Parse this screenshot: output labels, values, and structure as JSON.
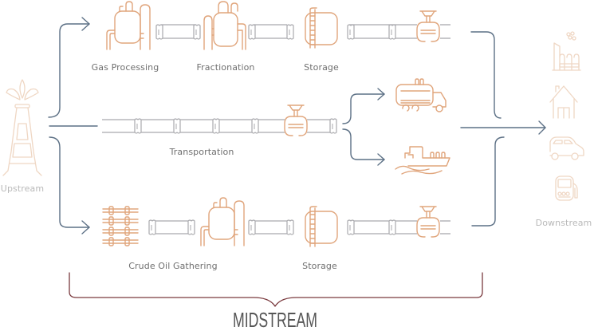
{
  "title": "Oil and Gas Value Chain",
  "colors": {
    "flow_arrow": "#5c7085",
    "midstream_icon": "#e0a57c",
    "upstream_downstream_icon": "#efd7c4",
    "pipe": "#a9a9ad",
    "brace": "#7a3a3e",
    "label": "#6f6f6f"
  },
  "upstream": {
    "label": "Upstream",
    "icon": "oil-derrick-icon"
  },
  "midstream": {
    "label": "MIDSTREAM",
    "rows": {
      "gas": {
        "stages": [
          {
            "label": "Gas Processing",
            "icon": "processing-plant-icon"
          },
          {
            "label": "Fractionation",
            "icon": "fractionation-tower-icon"
          },
          {
            "label": "Storage",
            "icon": "storage-tank-icon"
          }
        ],
        "end_icon": "pipeline-valve-icon"
      },
      "transport": {
        "label": "Transportation",
        "icon": "pipeline-valve-icon",
        "modes": [
          {
            "name": "truck",
            "icon": "tanker-truck-icon"
          },
          {
            "name": "ship",
            "icon": "tanker-ship-icon"
          }
        ]
      },
      "crude": {
        "stages": [
          {
            "label": "Crude Oil Gathering",
            "icon": "gathering-lines-icon"
          },
          {
            "label": "",
            "icon": "processing-plant-icon"
          },
          {
            "label": "Storage",
            "icon": "storage-tank-icon"
          }
        ],
        "end_icon": "pipeline-valve-icon"
      }
    }
  },
  "downstream": {
    "label": "Downstream",
    "icons": [
      "factory-icon",
      "house-icon",
      "car-icon",
      "fuel-pump-icon"
    ]
  }
}
